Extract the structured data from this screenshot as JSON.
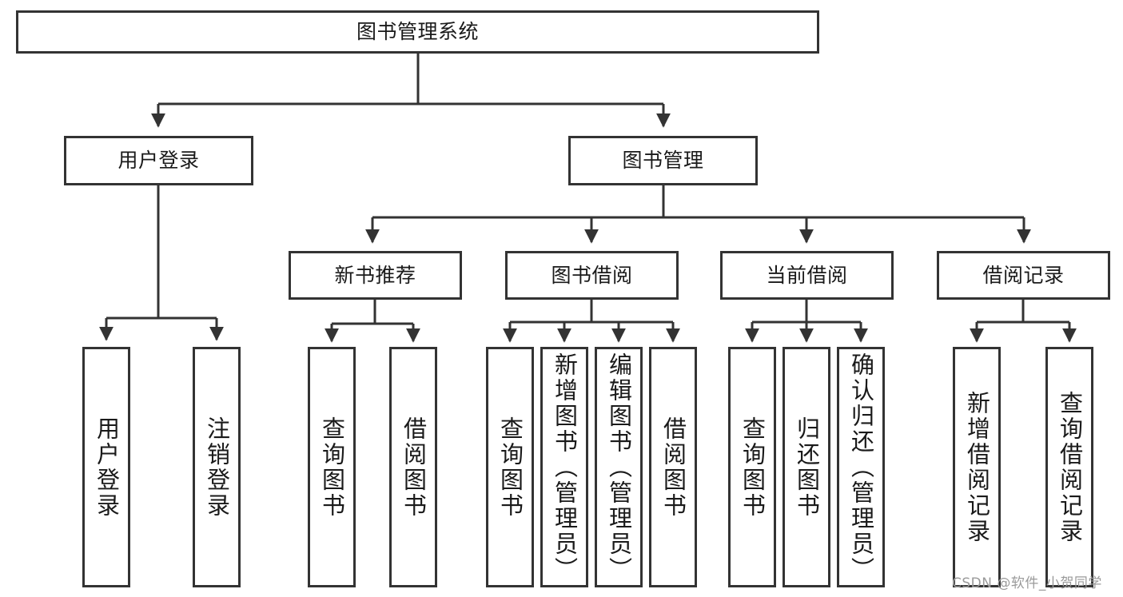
{
  "diagram": {
    "title": "图书管理系统",
    "type": "tree-hierarchy-chart",
    "root": {
      "label": "图书管理系统"
    },
    "level2": [
      {
        "label": "用户登录"
      },
      {
        "label": "图书管理"
      }
    ],
    "level3": [
      {
        "label": "新书推荐"
      },
      {
        "label": "图书借阅"
      },
      {
        "label": "当前借阅"
      },
      {
        "label": "借阅记录"
      }
    ],
    "leaves": {
      "user_login": [
        {
          "label": "用户登录"
        },
        {
          "label": "注销登录"
        }
      ],
      "new_book_recommend": [
        {
          "label": "查询图书"
        },
        {
          "label": "借阅图书"
        }
      ],
      "book_borrow": [
        {
          "label": "查询图书"
        },
        {
          "label": "新增图书（管理员）"
        },
        {
          "label": "编辑图书（管理员）"
        },
        {
          "label": "借阅图书"
        }
      ],
      "current_borrow": [
        {
          "label": "查询图书"
        },
        {
          "label": "归还图书"
        },
        {
          "label": "确认归还（管理员）"
        }
      ],
      "borrow_record": [
        {
          "label": "新增借阅记录"
        },
        {
          "label": "查询借阅记录"
        }
      ]
    }
  },
  "watermark": {
    "text": "CSDN @软件_小贺同学"
  },
  "colors": {
    "stroke": "#333333",
    "background": "#ffffff",
    "text": "#1a1a1a",
    "watermark": "#9a9a9a"
  }
}
